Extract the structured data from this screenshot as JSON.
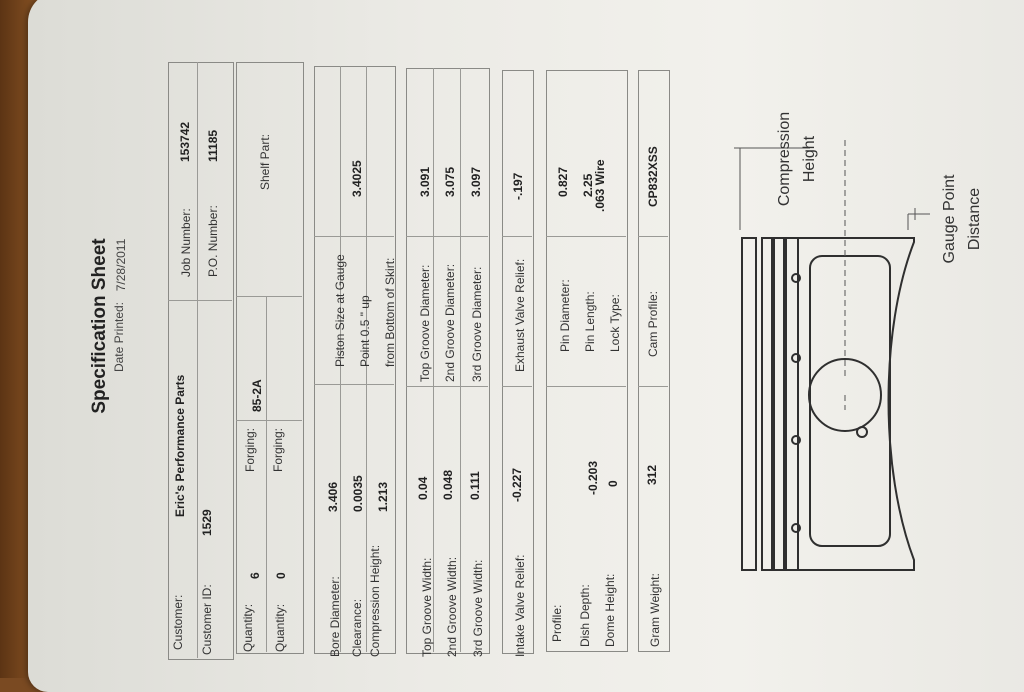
{
  "header": {
    "title": "Specification Sheet",
    "date_label": "Date Printed:",
    "date_value": "7/28/2011"
  },
  "customer": {
    "customer_label": "Customer:",
    "customer_value": "Eric's Performance Parts",
    "customer_id_label": "Customer ID:",
    "customer_id_value": "1529",
    "job_number_label": "Job Number:",
    "job_number_value": "153742",
    "po_number_label": "P.O. Number:",
    "po_number_value": "11185"
  },
  "quantity": {
    "q1_label": "Quantity:",
    "q1_value": "6",
    "q2_label": "Quantity:",
    "q2_value": "0",
    "f1_label": "Forging:",
    "f1_value": "85-2A",
    "f2_label": "Forging:",
    "f2_value": "",
    "shelf_label": "Shelf Part:"
  },
  "bore": {
    "bore_label": "Bore Diameter:",
    "bore_value": "3.406",
    "clearance_label": "Clearance:",
    "clearance_value": "0.0035",
    "comp_label": "Compression Height:",
    "comp_value": "1.213",
    "piston_line1": "Piston Size at Gauge",
    "piston_line2": "Point    0.5 \"  up",
    "piston_line3": "from Bottom of Skirt:",
    "piston_value": "3.4025"
  },
  "grooves": {
    "tw_label": "Top Groove Width:",
    "tw_value": "0.04",
    "w2_label": "2nd Groove Width:",
    "w2_value": "0.048",
    "w3_label": "3rd Groove Width:",
    "w3_value": "0.111",
    "td_label": "Top Groove Diameter:",
    "td_value": "3.091",
    "d2_label": "2nd Groove Diameter:",
    "d2_value": "3.075",
    "d3_label": "3rd Groove Diameter:",
    "d3_value": "3.097"
  },
  "valves": {
    "intake_label": "Intake Valve Relief:",
    "intake_value": "-0.227",
    "exhaust_label": "Exhaust Valve Relief:",
    "exhaust_value": "-.197"
  },
  "profile": {
    "profile_label": "Profile:",
    "profile_value": "",
    "dish_label": "Dish Depth:",
    "dish_value": "-0.203",
    "dome_label": "Dome Height:",
    "dome_value": "0",
    "pin_d_label": "Pin Diameter:",
    "pin_d_value": "0.827",
    "pin_l_label": "Pin Length:",
    "pin_l_value": "2.25",
    "lock_label": "Lock Type:",
    "lock_value": ".063 Wire"
  },
  "gram": {
    "gram_label": "Gram Weight:",
    "gram_value": "312",
    "cam_label": "Cam Profile:",
    "cam_value": "CP832XSS"
  },
  "diagram": {
    "comp_line1": "Compression",
    "comp_line2": "Height",
    "gauge_line1": "Gauge Point",
    "gauge_line2": "Distance"
  }
}
